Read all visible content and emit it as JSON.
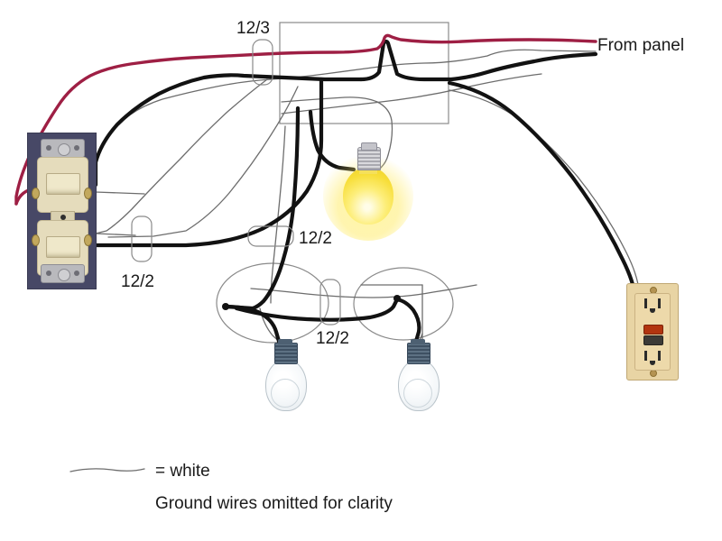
{
  "diagram": {
    "title": "Residential wiring diagram",
    "background_color": "#ffffff",
    "labels": {
      "from_panel": "From panel",
      "cable_12_3": "12/3",
      "cable_12_2_switch": "12/2",
      "cable_12_2_upper": "12/2",
      "cable_12_2_lower": "12/2"
    },
    "legend": {
      "white_wire": "= white",
      "note": "Ground wires omitted for clarity"
    },
    "wire_colors": {
      "hot_black": "#111111",
      "red": "#9e1f44",
      "white": "#6d6d6d",
      "box_outline": "#808080"
    },
    "devices": [
      {
        "name": "duplex-switch",
        "kind": "double toggle switch",
        "plate_color": "#474866",
        "body_color": "#e5dcbc"
      },
      {
        "name": "gfci-receptacle",
        "kind": "GFCI outlet",
        "body_color": "#e8d4a4",
        "test_button_color": "#b2340f",
        "reset_button_color": "#3c3a36"
      },
      {
        "name": "lit-light-bulb",
        "kind": "incandescent bulb, energized",
        "glass_color": "#f7de3a"
      },
      {
        "name": "unlit-light-bulb-left",
        "kind": "incandescent bulb, off",
        "glass_color": "#f4f7f9"
      },
      {
        "name": "unlit-light-bulb-right",
        "kind": "incandescent bulb, off",
        "glass_color": "#f4f7f9"
      }
    ],
    "junction_boxes": [
      {
        "name": "main-junction-box",
        "shape": "rectangle"
      },
      {
        "name": "left-round-junction-box",
        "shape": "circle"
      },
      {
        "name": "right-round-junction-box",
        "shape": "circle"
      }
    ]
  }
}
